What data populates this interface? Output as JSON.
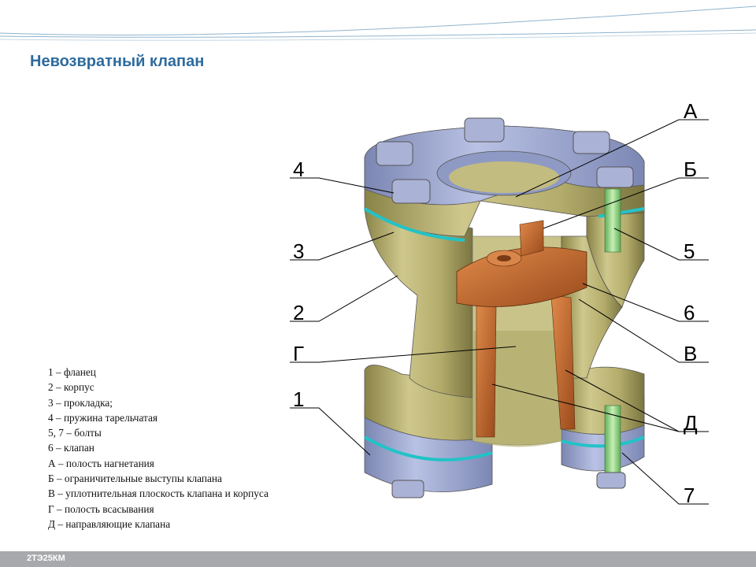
{
  "slide": {
    "title": "Невозвратный клапан",
    "footer_label": "2ТЭ25КМ"
  },
  "legend": [
    "1 – фланец",
    "2 – корпус",
    "3 – прокладка;",
    "4 – пружина тарельчатая",
    "5, 7 – болты",
    "6 – клапан",
    "А – полость нагнетания",
    "Б – ограничительные выступы клапана",
    "В – уплотнительная плоскость клапана и корпуса",
    "Г – полость всасывания",
    "Д – направляющие клапана"
  ],
  "callouts": {
    "left": [
      "4",
      "3",
      "2",
      "Г",
      "1"
    ],
    "right": [
      "А",
      "Б",
      "5",
      "6",
      "В",
      "Д",
      "7"
    ]
  },
  "colors": {
    "title": "#2e6b9e",
    "body_olive": "#b5ae6e",
    "flange_blue": "#9aa6cf",
    "valve_orange": "#c0652a",
    "gasket_cyan": "#22c3c7",
    "bolt_green": "#9be08a",
    "footer": "#a7a9ac"
  }
}
